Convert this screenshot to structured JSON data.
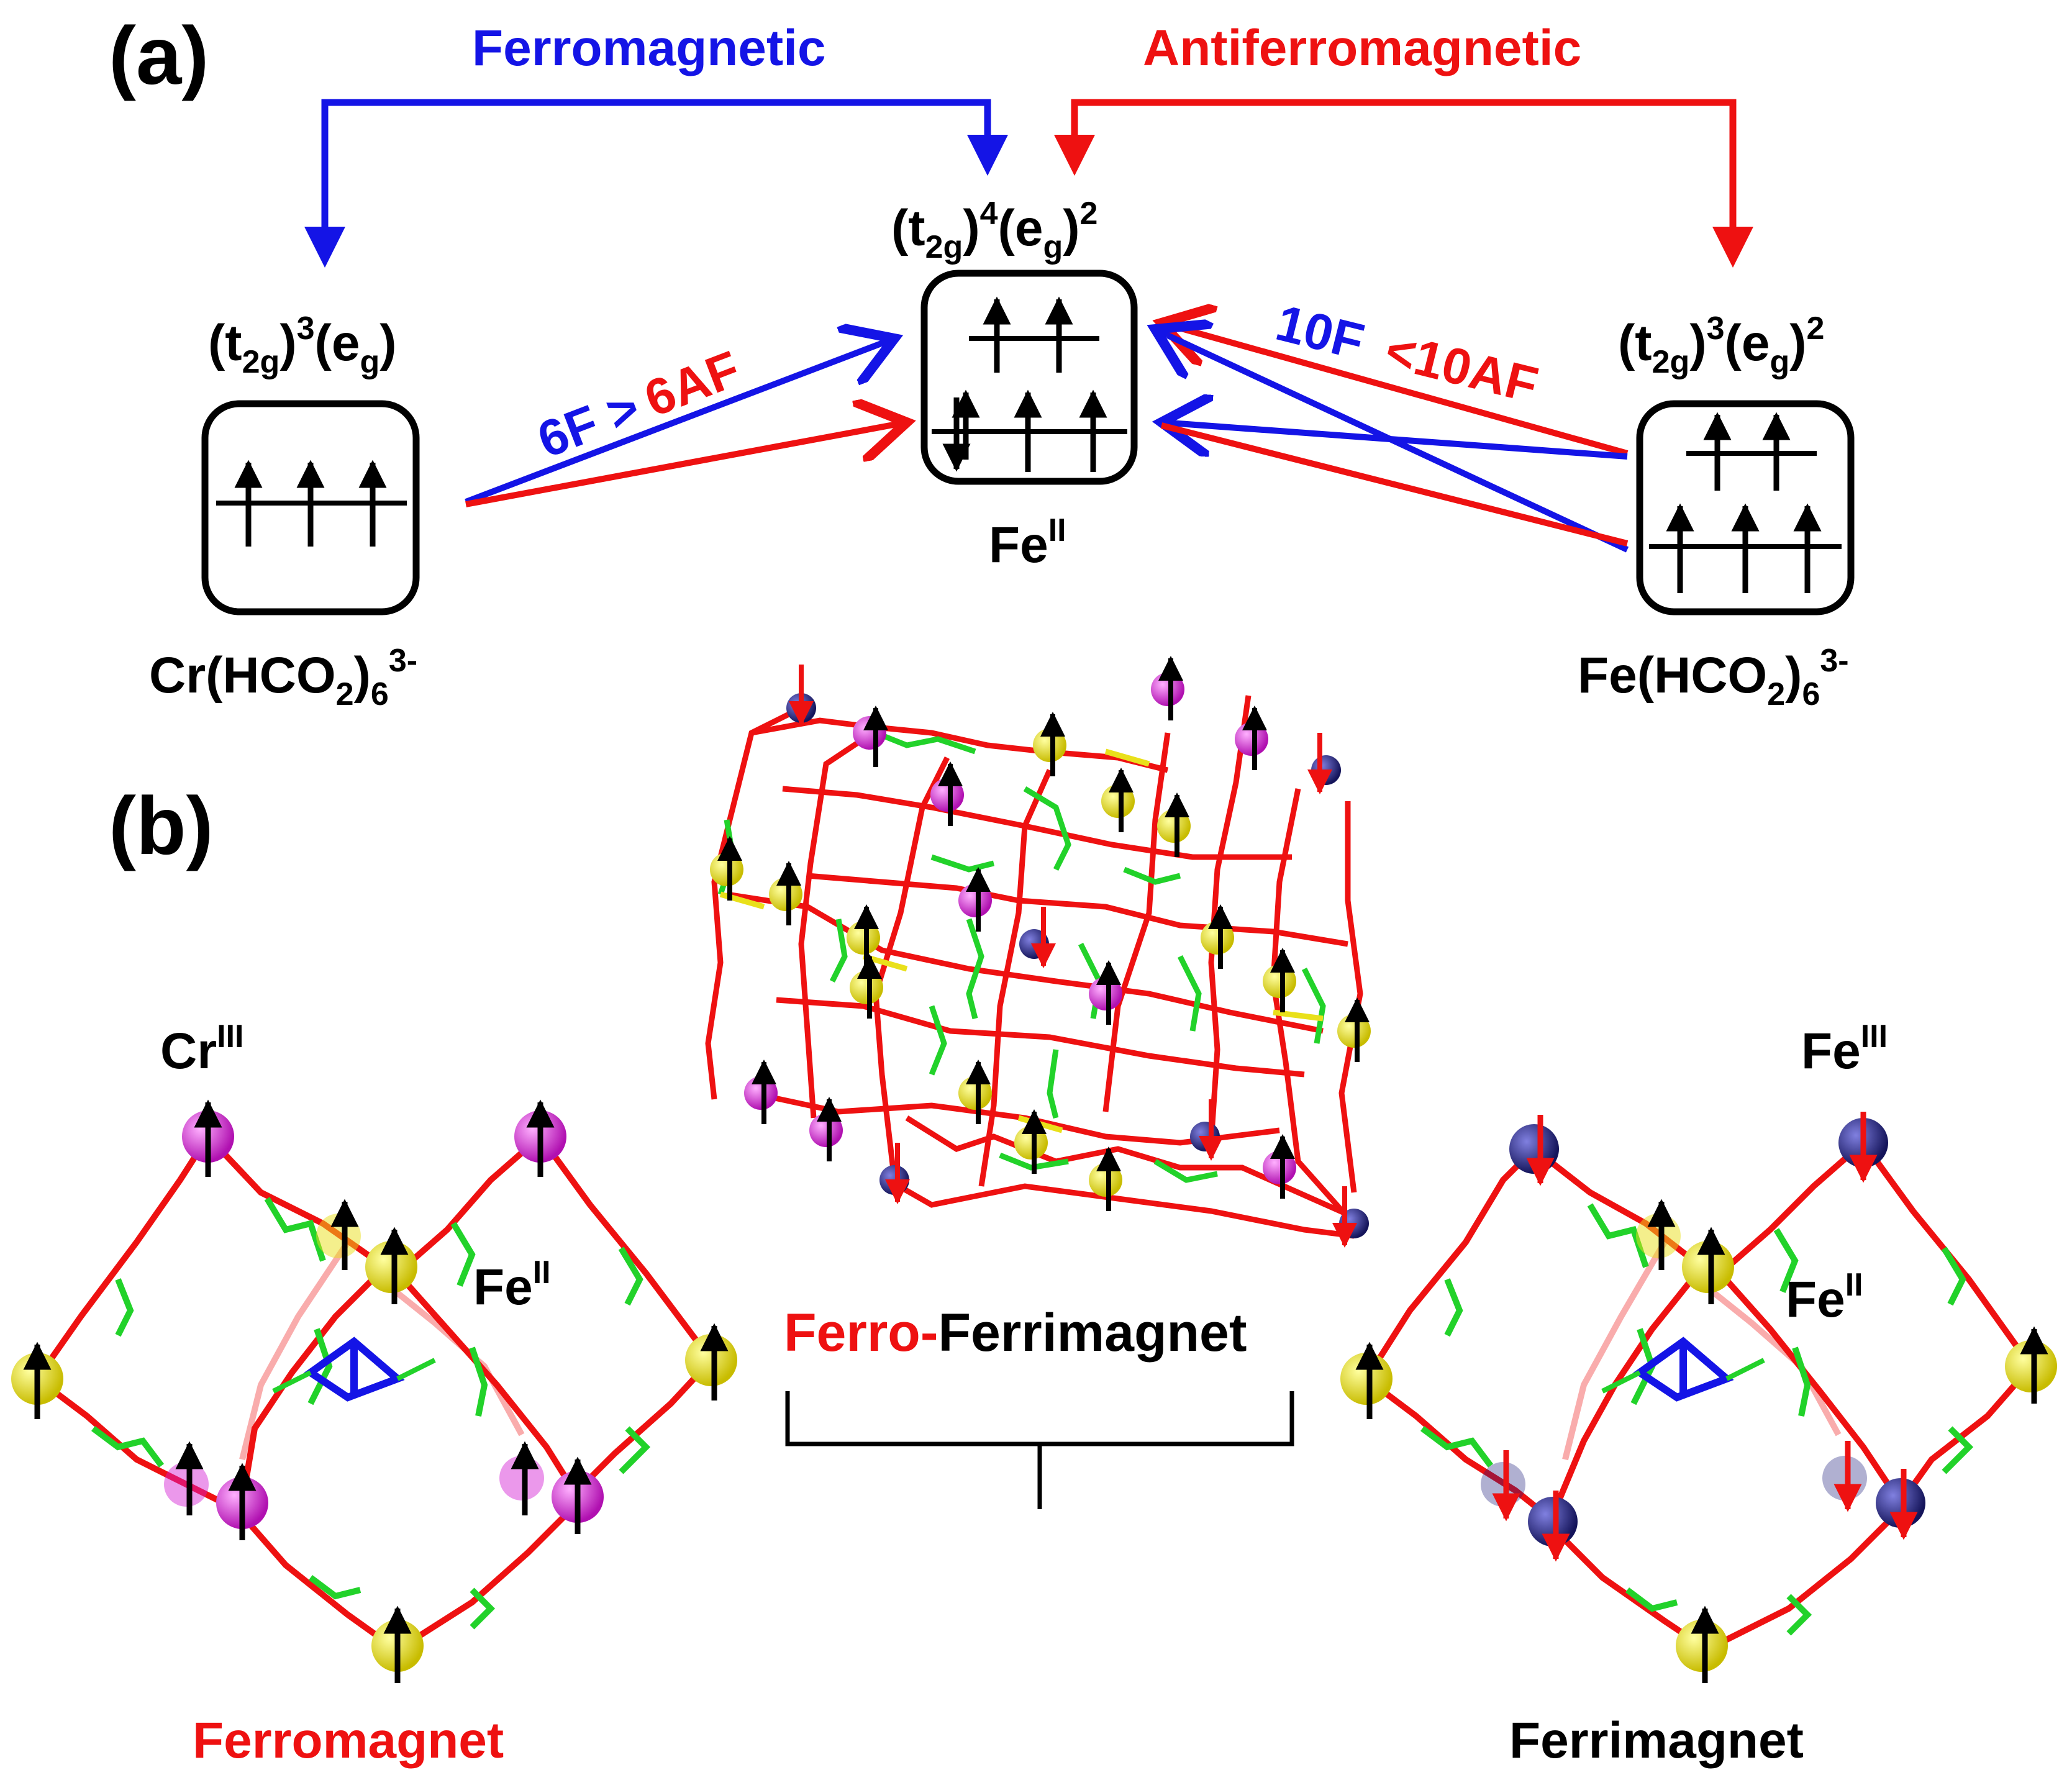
{
  "panel_a": {
    "label": "(a)",
    "ferro_label": "Ferromagnetic",
    "antiferro_label": "Antiferromagnetic",
    "left_config": {
      "base": "(t",
      "sub1": "2g",
      "mid": ")",
      "sup1": "3",
      "mid2": "(e",
      "sub2": "g",
      "end": ")"
    },
    "center_config": {
      "base": "(t",
      "sub1": "2g",
      "mid": ")",
      "sup1": "4",
      "mid2": "(e",
      "sub2": "g",
      "end": ")",
      "sup2": "2"
    },
    "right_config": {
      "base": "(t",
      "sub1": "2g",
      "mid": ")",
      "sup1": "3",
      "mid2": "(e",
      "sub2": "g",
      "end": ")",
      "sup2": "2"
    },
    "left_ratio": {
      "blue": "6F >",
      "red": "6AF"
    },
    "right_ratio": {
      "blue": "10F",
      "red": "<10AF"
    },
    "center_ion": {
      "base": "Fe",
      "sup": "II"
    },
    "left_ion": {
      "base": "Cr(HCO",
      "sub1": "2",
      "mid": ")",
      "sub2": "6",
      "sup": "3-"
    },
    "right_ion": {
      "base": "Fe(HCO",
      "sub1": "2",
      "mid": ")",
      "sub2": "6",
      "sup": "3-"
    }
  },
  "panel_b": {
    "label": "(b)",
    "left_ion": {
      "base": "Cr",
      "sup": "III"
    },
    "left_center_ion": {
      "base": "Fe",
      "sup": "II"
    },
    "right_ion": {
      "base": "Fe",
      "sup": "III"
    },
    "right_center_ion": {
      "base": "Fe",
      "sup": "II"
    },
    "middle_title": {
      "red": "Ferro-",
      "black": "Ferrimagnet"
    },
    "left_title": "Ferromagnet",
    "right_title": "Ferrimagnet"
  },
  "colors": {
    "blue": "#1414e6",
    "red": "#ee1111",
    "magenta": "#d21ad2",
    "yellow": "#e9e01a",
    "navy": "#1c1c7a",
    "green": "#22d22a"
  }
}
